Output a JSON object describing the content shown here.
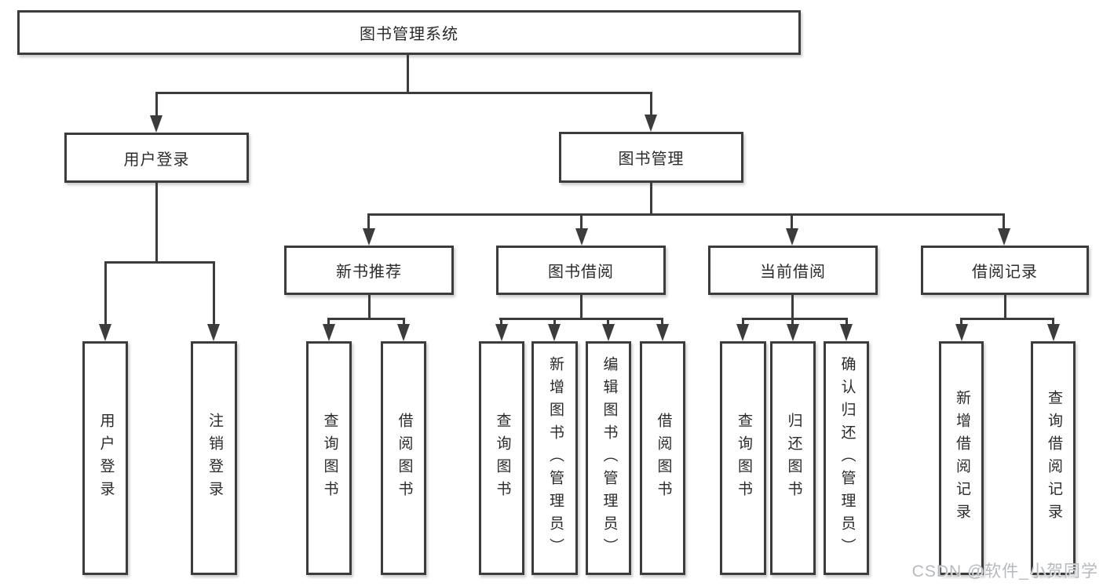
{
  "diagram": {
    "root": {
      "label": "图书管理系统"
    },
    "level2": [
      {
        "id": "user-login",
        "label": "用户登录"
      },
      {
        "id": "book-management",
        "label": "图书管理"
      }
    ],
    "level3": [
      {
        "id": "new-book-recommend",
        "label": "新书推荐",
        "parent": "图书管理"
      },
      {
        "id": "book-borrowing",
        "label": "图书借阅",
        "parent": "图书管理"
      },
      {
        "id": "current-borrowing",
        "label": "当前借阅",
        "parent": "图书管理"
      },
      {
        "id": "borrowing-records",
        "label": "借阅记录",
        "parent": "图书管理"
      }
    ],
    "level4": [
      {
        "id": "leaf-user-login",
        "label": "用户登录",
        "parent": "用户登录"
      },
      {
        "id": "leaf-logout",
        "label": "注销登录",
        "parent": "用户登录"
      },
      {
        "id": "leaf-query-books-1",
        "label": "查询图书",
        "parent": "新书推荐"
      },
      {
        "id": "leaf-borrow-books-1",
        "label": "借阅图书",
        "parent": "新书推荐"
      },
      {
        "id": "leaf-query-books-2",
        "label": "查询图书",
        "parent": "图书借阅"
      },
      {
        "id": "leaf-add-books-admin",
        "label": "新增图书（管理员）",
        "parent": "图书借阅"
      },
      {
        "id": "leaf-edit-books-admin",
        "label": "编辑图书（管理员）",
        "parent": "图书借阅"
      },
      {
        "id": "leaf-borrow-books-2",
        "label": "借阅图书",
        "parent": "图书借阅"
      },
      {
        "id": "leaf-query-books-3",
        "label": "查询图书",
        "parent": "当前借阅"
      },
      {
        "id": "leaf-return-books",
        "label": "归还图书",
        "parent": "当前借阅"
      },
      {
        "id": "leaf-confirm-return-admin",
        "label": "确认归还（管理员）",
        "parent": "当前借阅"
      },
      {
        "id": "leaf-add-borrow-record",
        "label": "新增借阅记录",
        "parent": "借阅记录"
      },
      {
        "id": "leaf-query-borrow-record",
        "label": "查询借阅记录",
        "parent": "借阅记录"
      }
    ],
    "watermark": "CSDN @软件_小贺同学",
    "colors": {
      "line": "#3c3c3c",
      "node_border": "#3c3c3c",
      "text": "#2b2b2b",
      "watermark_text": "#b6babe",
      "background": "#ffffff"
    }
  }
}
